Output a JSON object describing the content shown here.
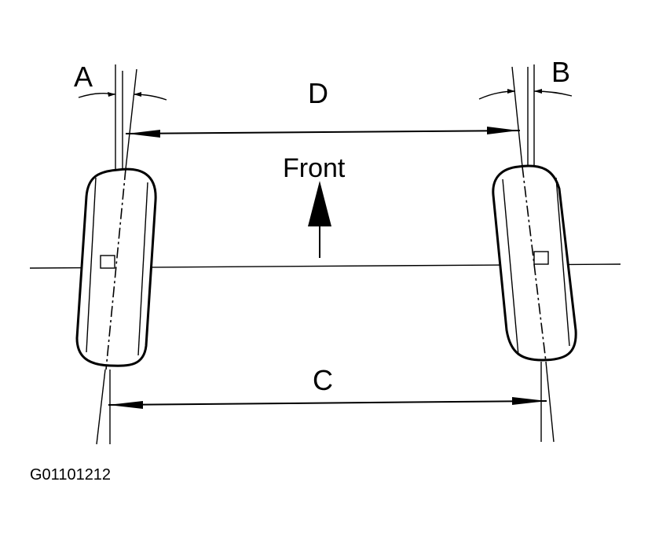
{
  "labels": {
    "angle_left": "A",
    "angle_right": "B",
    "front_distance": "D",
    "rear_distance": "C",
    "direction": "Front",
    "figure_code": "G01101212"
  }
}
